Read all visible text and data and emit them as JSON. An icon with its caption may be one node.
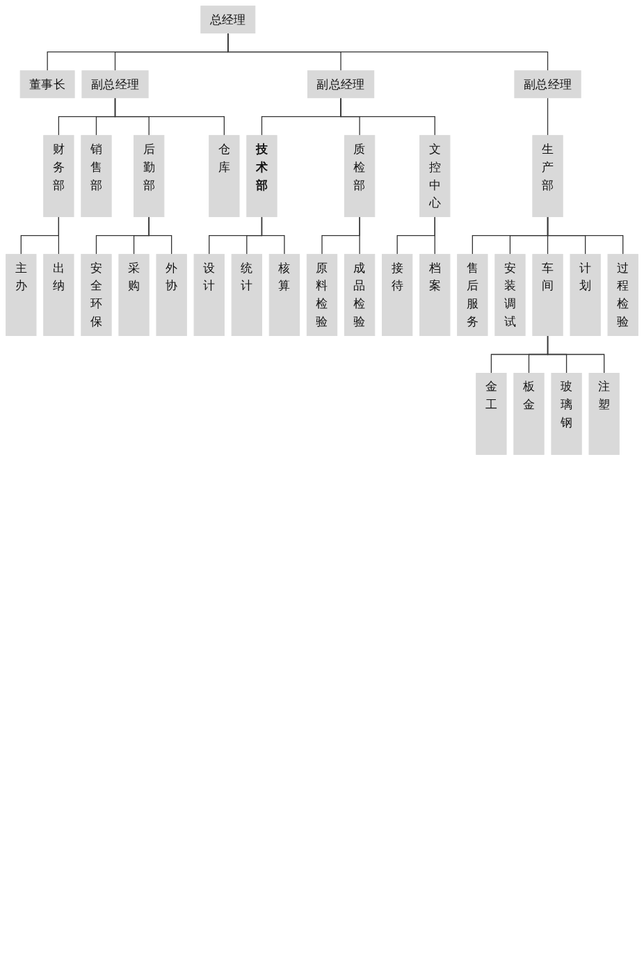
{
  "diagram": {
    "nodes": [
      {
        "text": [
          "总经理"
        ]
      },
      {
        "text": [
          "董事长"
        ]
      },
      {
        "text": [
          "副总经理"
        ]
      },
      {
        "text": [
          "副总经理"
        ]
      },
      {
        "text": [
          "副总经理"
        ]
      },
      {
        "text": [
          "财务部"
        ]
      },
      {
        "text": [
          "销售部"
        ]
      },
      {
        "text": [
          "后勤部"
        ]
      },
      {
        "text": [
          "仓库"
        ]
      },
      {
        "text": [
          "技术部"
        ]
      },
      {
        "text": [
          "质检部"
        ]
      },
      {
        "text": [
          "文控中心"
        ]
      },
      {
        "text": [
          "生产部"
        ]
      },
      {
        "text": [
          "主办"
        ]
      },
      {
        "text": [
          "出纳"
        ]
      },
      {
        "text": [
          "安全环保"
        ]
      },
      {
        "text": [
          "采购"
        ]
      },
      {
        "text": [
          "外协"
        ]
      },
      {
        "text": [
          "设计"
        ]
      },
      {
        "text": [
          "统计"
        ]
      },
      {
        "text": [
          "核算"
        ]
      },
      {
        "text": [
          "原料检验"
        ]
      },
      {
        "text": [
          "成品检验"
        ]
      },
      {
        "text": [
          "接待"
        ]
      },
      {
        "text": [
          "档案"
        ]
      },
      {
        "text": [
          "售后服务"
        ]
      },
      {
        "text": [
          "安装调试"
        ]
      },
      {
        "text": [
          "车间"
        ]
      },
      {
        "text": [
          "计划"
        ]
      },
      {
        "text": [
          "过程检验"
        ]
      },
      {
        "text": [
          "金工"
        ]
      },
      {
        "text": [
          "板金"
        ]
      },
      {
        "text": [
          "玻璃钢"
        ]
      },
      {
        "text": [
          "注塑"
        ]
      }
    ],
    "edges": [
      {
        "from": 0,
        "to": 1,
        "arrow": "none"
      },
      {
        "from": 0,
        "to": 2,
        "arrow": "none"
      },
      {
        "from": 0,
        "to": 3,
        "arrow": "none"
      },
      {
        "from": 0,
        "to": 4,
        "arrow": "none"
      },
      {
        "from": 2,
        "to": 5,
        "arrow": "none"
      },
      {
        "from": 2,
        "to": 6,
        "arrow": "none"
      },
      {
        "from": 2,
        "to": 7,
        "arrow": "none"
      },
      {
        "from": 2,
        "to": 8,
        "arrow": "none"
      },
      {
        "from": 3,
        "to": 9,
        "arrow": "none"
      },
      {
        "from": 3,
        "to": 10,
        "arrow": "none"
      },
      {
        "from": 3,
        "to": 11,
        "arrow": "none"
      },
      {
        "from": 4,
        "to": 12,
        "arrow": "none"
      },
      {
        "from": 5,
        "to": 13,
        "arrow": "none"
      },
      {
        "from": 5,
        "to": 14,
        "arrow": "none"
      },
      {
        "from": 7,
        "to": 15,
        "arrow": "none"
      },
      {
        "from": 7,
        "to": 16,
        "arrow": "none"
      },
      {
        "from": 7,
        "to": 17,
        "arrow": "none"
      },
      {
        "from": 9,
        "to": 18,
        "arrow": "none"
      },
      {
        "from": 9,
        "to": 19,
        "arrow": "none"
      },
      {
        "from": 9,
        "to": 20,
        "arrow": "none"
      },
      {
        "from": 10,
        "to": 21,
        "arrow": "none"
      },
      {
        "from": 10,
        "to": 22,
        "arrow": "none"
      },
      {
        "from": 11,
        "to": 23,
        "arrow": "none"
      },
      {
        "from": 11,
        "to": 24,
        "arrow": "none"
      },
      {
        "from": 12,
        "to": 25,
        "arrow": "none"
      },
      {
        "from": 12,
        "to": 26,
        "arrow": "none"
      },
      {
        "from": 12,
        "to": 27,
        "arrow": "none"
      },
      {
        "from": 12,
        "to": 28,
        "arrow": "none"
      },
      {
        "from": 12,
        "to": 29,
        "arrow": "none"
      },
      {
        "from": 27,
        "to": 30,
        "arrow": "none"
      },
      {
        "from": 27,
        "to": 31,
        "arrow": "none"
      },
      {
        "from": 27,
        "to": 32,
        "arrow": "none"
      },
      {
        "from": 27,
        "to": 33,
        "arrow": "none"
      }
    ]
  }
}
